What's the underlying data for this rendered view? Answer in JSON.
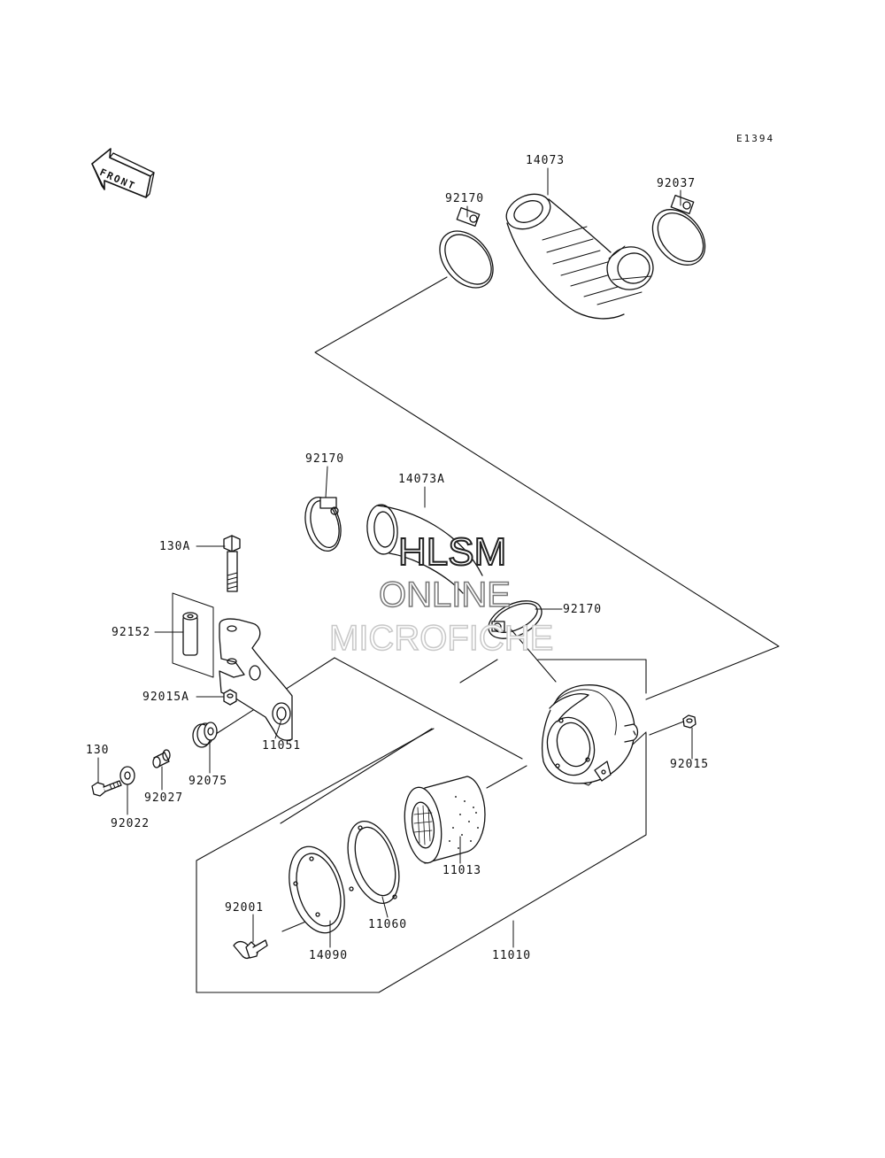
{
  "diagram": {
    "ref_code": "E1394",
    "front_label": "FRONT",
    "watermark": [
      "HLSM",
      "ONLINE",
      "MICROFICHE"
    ],
    "parts": [
      "14073",
      "92037",
      "92170",
      "92170",
      "14073A",
      "130A",
      "92152",
      "92170",
      "92015A",
      "11051",
      "130",
      "92027",
      "92075",
      "92022",
      "92015",
      "11013",
      "92001",
      "11060",
      "14090",
      "11010"
    ]
  },
  "colors": {
    "line": "#111111",
    "background": "#ffffff"
  }
}
